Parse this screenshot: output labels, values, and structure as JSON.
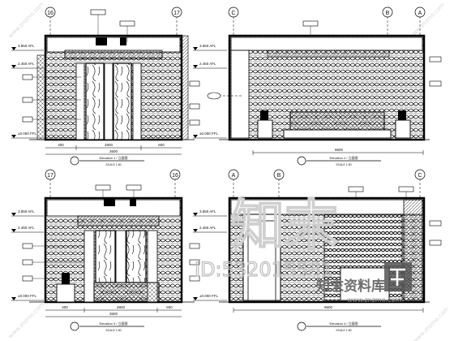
{
  "watermark": {
    "brand_big": "知末",
    "id_text": "ID:532015581",
    "brand_small": "知末资料库",
    "url": "www.znzmo.com",
    "corner_repeat": "www.znzmo.com"
  },
  "panels": [
    {
      "axes": [
        "16",
        "17"
      ],
      "levels": [
        "3.850 AFL",
        "2.450 AFL",
        "±0.000 FFL"
      ],
      "dims": [
        "400",
        "2800",
        "600"
      ],
      "total_dim": "3600",
      "title": "Elevation 1 / 立面图",
      "subtitle": "SCALE 1:50"
    },
    {
      "axes": [
        "C",
        "B",
        "A"
      ],
      "levels": [
        "3.850 AFL",
        "2.450 AFL",
        "±0.000 FFL"
      ],
      "dims": [],
      "total_dim": "9600",
      "title": "Elevation 2 / 立面图",
      "subtitle": "SCALE 1:50"
    },
    {
      "axes": [
        "17",
        "16"
      ],
      "levels": [
        "3.850 AFL",
        "2.450 AFL",
        "±0.000 FFL"
      ],
      "dims": [
        "400",
        "2800",
        "600"
      ],
      "total_dim": "3600",
      "title": "Elevation 3 / 立面图",
      "subtitle": "SCALE 1:50"
    },
    {
      "axes": [
        "A",
        "B",
        "C"
      ],
      "levels": [
        "3.850 AFL",
        "2.450 AFL",
        "±0.000 FFL"
      ],
      "dims": [],
      "total_dim": "9600",
      "title": "Elevation 4 / 立面图",
      "subtitle": "SCALE 1:50"
    }
  ]
}
